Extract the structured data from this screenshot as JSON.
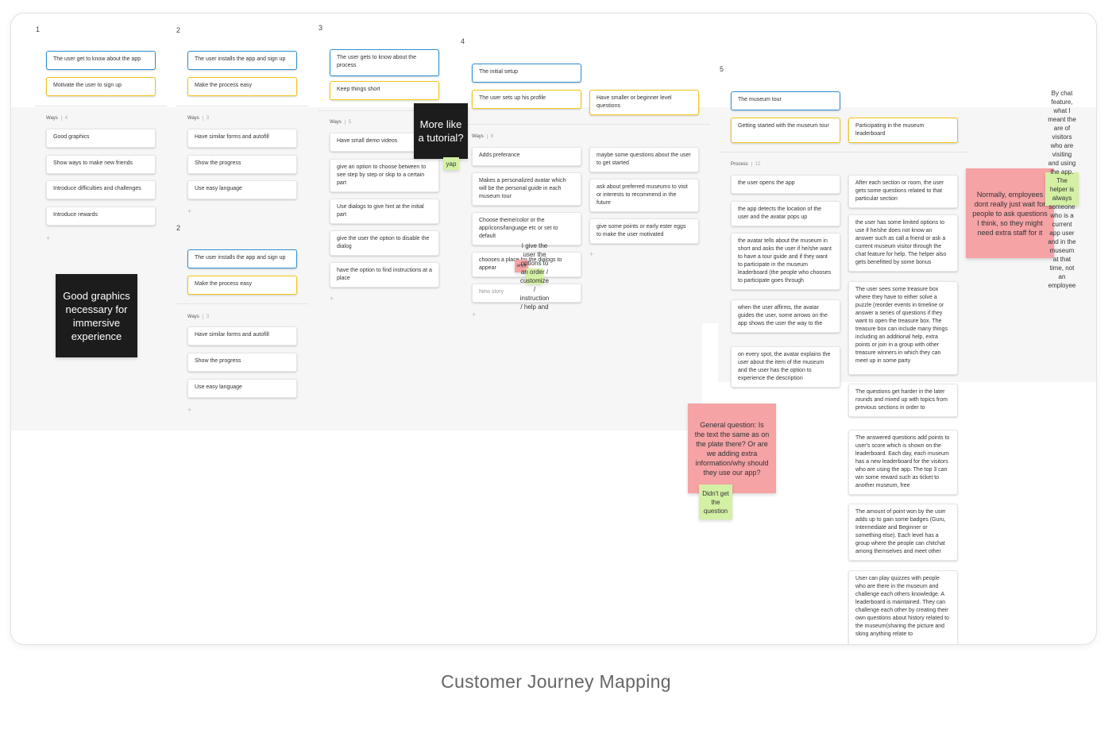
{
  "caption": "Customer Journey Mapping",
  "columns": [
    {
      "number": "1",
      "ways_label": "Ways",
      "ways_count": "4",
      "header_cards": [
        "The user get to know about the app",
        "Motivate the user to sign up"
      ],
      "ways": [
        "Good graphics",
        "Show ways to make new friends",
        "Introduce difficulties and challenges",
        "Introduce rewards"
      ]
    },
    {
      "number": "2",
      "ways_label": "Ways",
      "ways_count": "3",
      "header_cards": [
        "The user installs the app and sign up",
        "Make the process easy"
      ],
      "ways": [
        "Have similar forms and autofill",
        "Show the progress",
        "Use easy language"
      ]
    },
    {
      "number": "2",
      "ways_label": "Ways",
      "ways_count": "3",
      "header_cards": [
        "The user installs the app and sign up",
        "Make the process easy"
      ],
      "ways": [
        "Have similar forms and autofill",
        "Show the progress",
        "Use easy language"
      ]
    },
    {
      "number": "3",
      "ways_label": "Ways",
      "ways_count": "5",
      "header_cards": [
        "The user gets to know about the process",
        "Keep things short"
      ],
      "ways": [
        "Have small demo videos",
        "give an option to choose between to see step by step or skip to a certain part",
        "Use dialogs to give hint at the initial part",
        "give the user the option to disable the dialog",
        "have the option to find instructions at a place"
      ]
    },
    {
      "number": "4",
      "ways_label": "Ways",
      "ways_count": "8",
      "header_cards": [
        "The initial setup",
        "The user sets up his profile",
        "Have smaller or beginner level questions"
      ],
      "ways": [
        "Adds preferance",
        "Makes a personalized avatar which will be the personal guide in each museum tour",
        "Choose theme/color or the app/icons/language etc or set to default",
        "chooses a place for the dialogs to appear",
        "New story",
        "maybe some questions about the user to get started",
        "ask about preferred museums to visit or interests to recommend in the future",
        "give some points or early ester eggs to make the user motivated"
      ]
    },
    {
      "number": "5",
      "process_label": "Process",
      "process_count": "12",
      "header_cards": [
        "The museum tour",
        "Getting started with the museum tour",
        "Participating in the museum leaderboard"
      ],
      "steps": [
        "the user opens the app",
        "the app detects the location of the user and the avatar pops up",
        "the avatar tells about the museum in short and asks the user if he/she want to have a tour guide and if they want to participate in the museum leaderboard (the people who chooses to participate goes through",
        "when the user affirms, the avatar guides the user, some arrows on the app shows the user the way to the",
        "on every spot, the avatar explains the user about the item of the museum and the user has the option to experience the description",
        "After each section or room, the user gets some questions related to that particular section",
        "the user has some limited options to use if he/she does not know an answer such as call a friend or ask a current museum visitor through the chat feature for help. The helper also gets benefitted by some bonus",
        "The user sees some treasure box where they have to either solve a puzzle (reorder events in timeline or answer a series of questions if they want to open the treasure box. The treasure box can include many things including an additional help, extra points or join in a group with other treasure winners in which they can meet up in some party",
        "The questions get harder in the later rounds and mixed up with topics from previous sections in order to",
        "The answered questions add points to user's score which is shown on the leaderboard. Each day, each museum has a  new leaderboard for the visitors who are using the app. The top 3 can win some reward such as ticket to another museum, free",
        "The amount of point won by the user adds up to gain some badges (Guru, Intermediate and Beginner or something else). Each level has a group where the people can chitchat among themselves and meet other",
        "User can play quizzes with people who are there in the museum and challenge each others knowledge. A leaderboard is maintained. They can challenge each other by creating their own questions about history related to the museum(sharing the picture and sking anything relate to"
      ]
    }
  ],
  "stickies": {
    "good_graphics": "Good graphics necessary for immersive experience",
    "tutorial": "More like a tutorial?",
    "yap": "yap",
    "why": "why!!",
    "why_tiny": "I give the user the options to an order / customize / instruction / help and",
    "general_question": "General question: Is the text the same as on the plate there? Or are we adding extra information/why should they use our app?",
    "didnt_get": "Didn't get the question",
    "employees": "Normally, employees dont really just wait for people to ask questions I think, so they might need extra staff for it",
    "employees_tiny": "By chat feature, what I meant the are of visitors who are visiting and using the app. The helper is always someone who is a current app user and in the museum at that time, not an employee"
  },
  "colors": {
    "blue": "#2d8fd5",
    "yellow": "#f2c518",
    "black_sticky": "#1c1c1c",
    "red_sticky": "#f5a3a5",
    "green_sticky": "#d4f0a4"
  }
}
